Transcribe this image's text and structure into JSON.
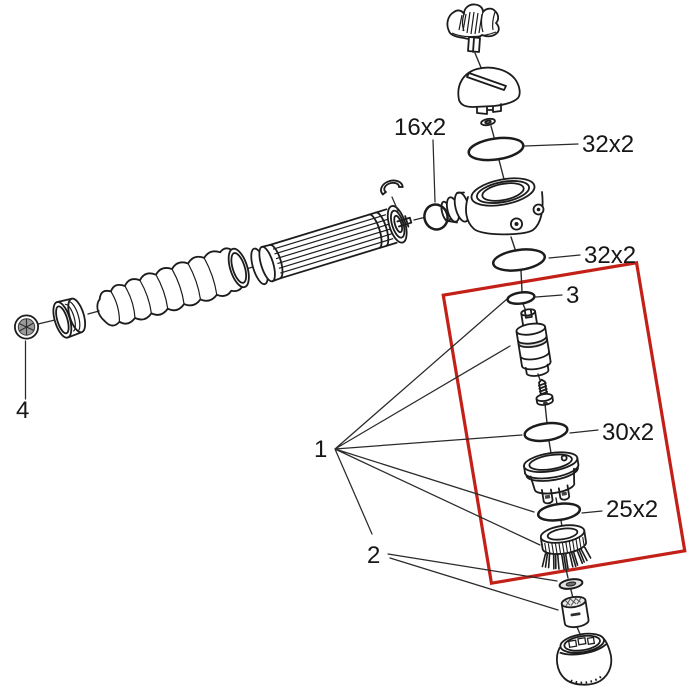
{
  "figure": {
    "type": "exploded-parts-diagram",
    "background": "#ffffff",
    "line_color": "#1c1c1c",
    "highlight_box_color": "#c32017",
    "callouts": {
      "part_1": "1",
      "part_2": "2",
      "part_3": "3",
      "part_4": "4",
      "oring_16x2": "16x2",
      "oring_32x2_upper": "32x2",
      "oring_32x2_lower": "32x2",
      "oring_30x2": "30x2",
      "oring_25x2": "25x2"
    }
  }
}
